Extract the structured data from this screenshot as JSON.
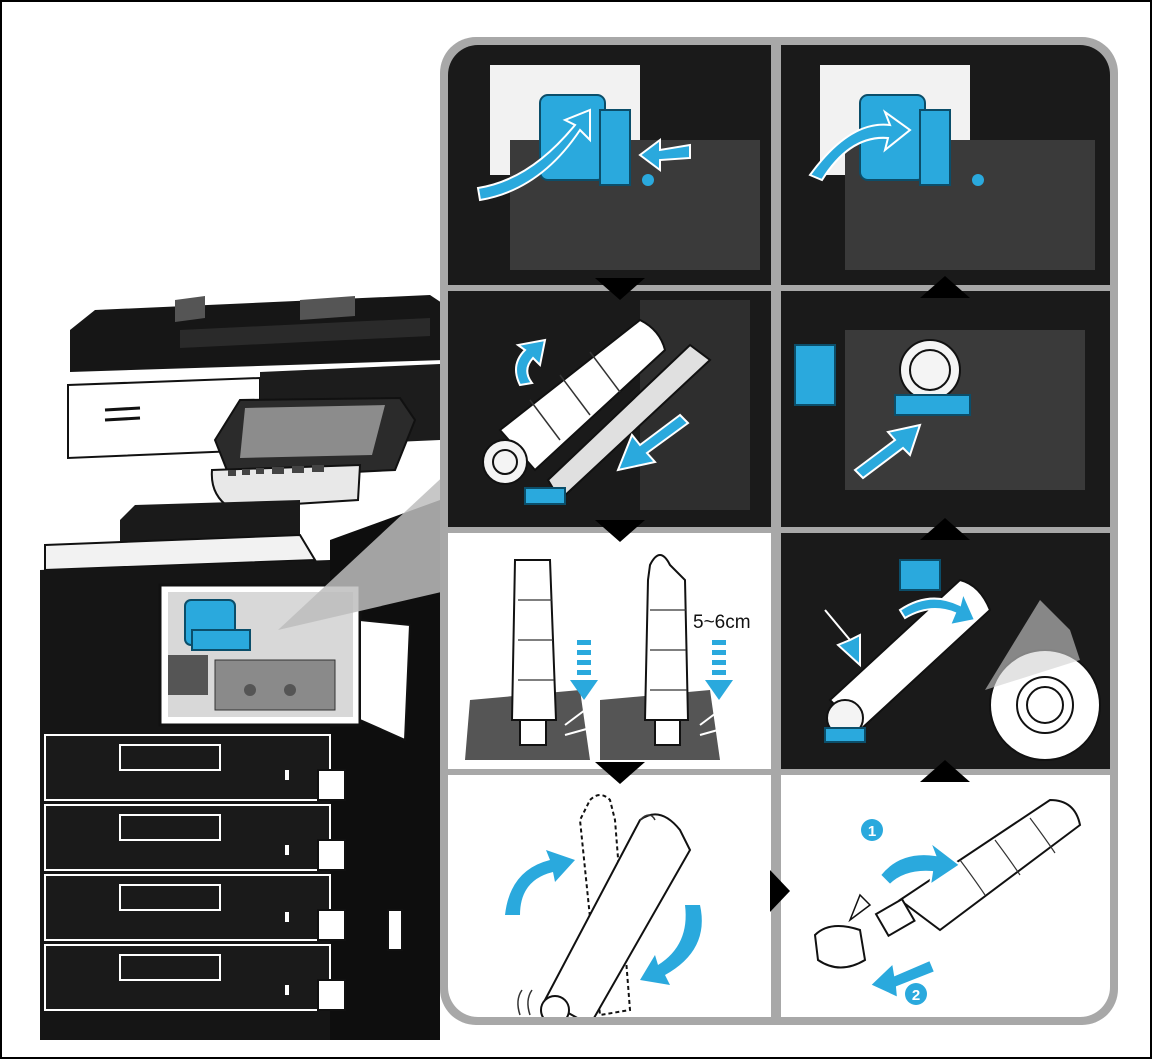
{
  "colors": {
    "accent_blue": "#2aa9dd",
    "frame_gray": "#a8a8a8",
    "machine_black": "#141414",
    "panel_gray": "#3a3a3a"
  },
  "diagram": {
    "panels": [
      {
        "id": "step-1",
        "description_icon": "open-toner-lock-lever"
      },
      {
        "id": "step-2",
        "description_icon": "pull-out-toner-cartridge"
      },
      {
        "id": "step-3",
        "description_icon": "tap-cartridge-on-surface"
      },
      {
        "id": "step-4",
        "description_icon": "shake-cartridge"
      },
      {
        "id": "step-5",
        "description_icon": "remove-cap"
      },
      {
        "id": "step-6",
        "description_icon": "insert-new-cartridge"
      },
      {
        "id": "step-7",
        "description_icon": "push-cartridge-in"
      },
      {
        "id": "step-8",
        "description_icon": "close-toner-lock-lever"
      }
    ],
    "tap_distance_label": "5~6cm",
    "cap_step_numbers": [
      "1",
      "2"
    ]
  }
}
